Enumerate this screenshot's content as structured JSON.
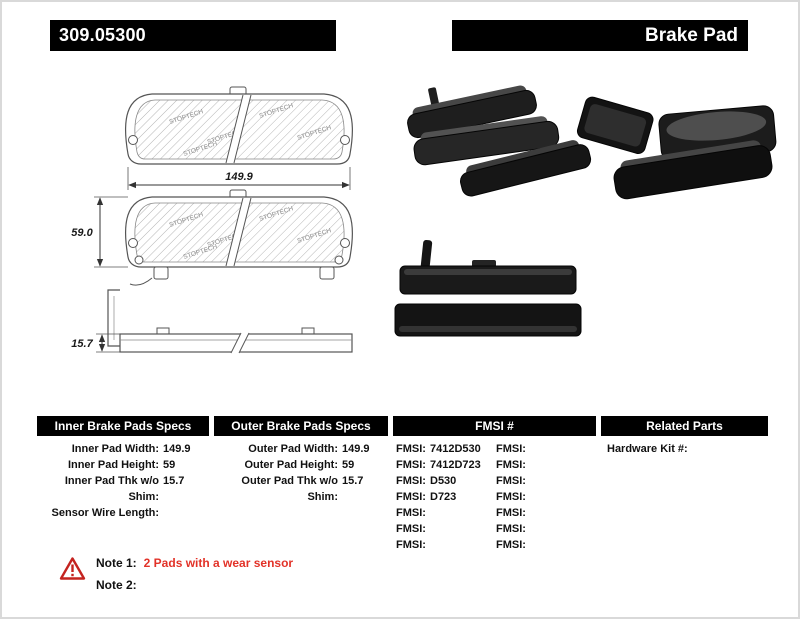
{
  "header": {
    "part_number": "309.05300",
    "product_type": "Brake Pad"
  },
  "diagram": {
    "width_dim": "149.9",
    "height_dim": "59.0",
    "thickness_dim": "15.7",
    "watermark": "STOPTECH"
  },
  "specs": {
    "inner": {
      "title": "Inner Brake Pads Specs",
      "rows": [
        {
          "label": "Inner Pad Width:",
          "value": "149.9"
        },
        {
          "label": "Inner Pad Height:",
          "value": "59"
        },
        {
          "label": "Inner Pad Thk w/o Shim:",
          "value": "15.7"
        },
        {
          "label": "Sensor Wire Length:",
          "value": ""
        }
      ]
    },
    "outer": {
      "title": "Outer Brake Pads Specs",
      "rows": [
        {
          "label": "Outer Pad Width:",
          "value": "149.9"
        },
        {
          "label": "Outer Pad Height:",
          "value": "59"
        },
        {
          "label": "Outer Pad Thk w/o Shim:",
          "value": "15.7"
        }
      ]
    },
    "fmsi": {
      "title": "FMSI #",
      "col1": [
        {
          "label": "FMSI:",
          "value": "7412D530"
        },
        {
          "label": "FMSI:",
          "value": "7412D723"
        },
        {
          "label": "FMSI:",
          "value": "D530"
        },
        {
          "label": "FMSI:",
          "value": "D723"
        },
        {
          "label": "FMSI:",
          "value": ""
        },
        {
          "label": "FMSI:",
          "value": ""
        },
        {
          "label": "FMSI:",
          "value": ""
        }
      ],
      "col2": [
        {
          "label": "FMSI:",
          "value": ""
        },
        {
          "label": "FMSI:",
          "value": ""
        },
        {
          "label": "FMSI:",
          "value": ""
        },
        {
          "label": "FMSI:",
          "value": ""
        },
        {
          "label": "FMSI:",
          "value": ""
        },
        {
          "label": "FMSI:",
          "value": ""
        },
        {
          "label": "FMSI:",
          "value": ""
        }
      ]
    },
    "related": {
      "title": "Related Parts",
      "rows": [
        {
          "label": "Hardware Kit #:",
          "value": ""
        }
      ]
    }
  },
  "notes": {
    "note1_label": "Note 1:",
    "note1_text": "2 Pads with a wear sensor",
    "note2_label": "Note 2:",
    "note2_text": "",
    "warning_color": "#c4231f",
    "note_text_color": "#e23228"
  }
}
